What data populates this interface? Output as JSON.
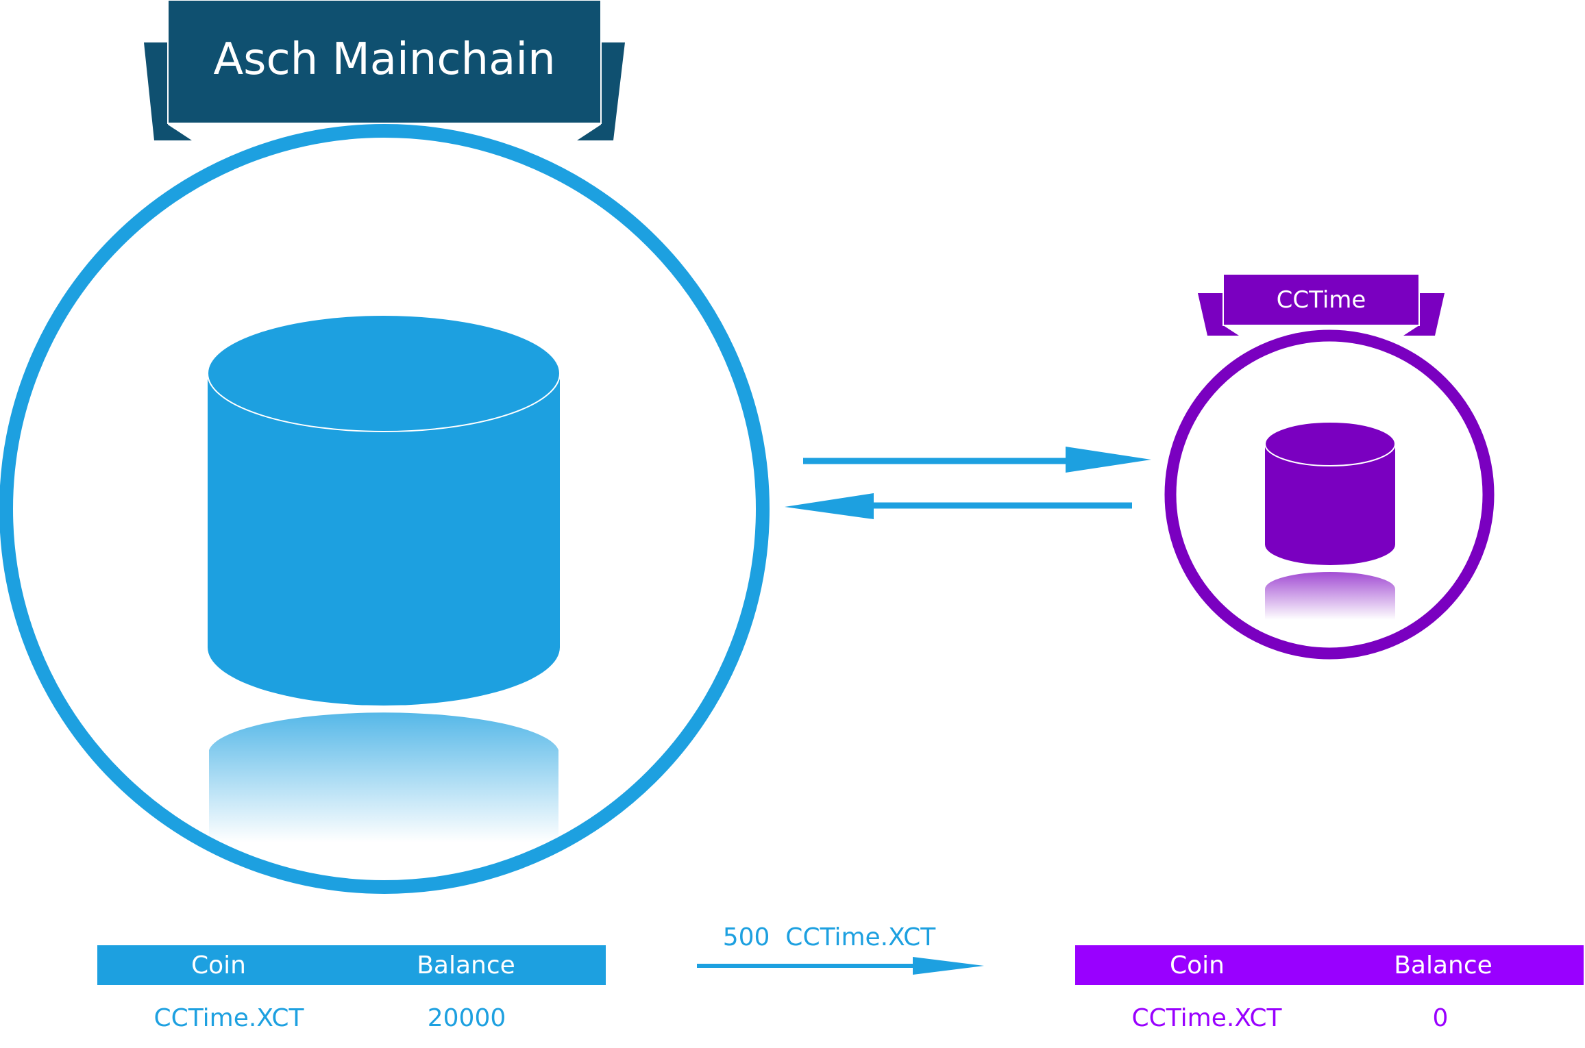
{
  "colors": {
    "blue": "#1da0e0",
    "dark_blue": "#0f5070",
    "purple": "#7a00c0",
    "purple_header": "#9900ff",
    "white": "#ffffff"
  },
  "mainchain": {
    "title": "Asch Mainchain",
    "icon": "database-cylinder-icon"
  },
  "sidechain": {
    "title": "CCTime",
    "icon": "database-cylinder-icon"
  },
  "transfer": {
    "label": "500  CCTime.XCT"
  },
  "mainchain_table": {
    "headers": [
      "Coin",
      "Balance"
    ],
    "rows": [
      [
        "CCTime.XCT",
        "20000"
      ]
    ]
  },
  "sidechain_table": {
    "headers": [
      "Coin",
      "Balance"
    ],
    "rows": [
      [
        "CCTime.XCT",
        "0"
      ]
    ]
  }
}
